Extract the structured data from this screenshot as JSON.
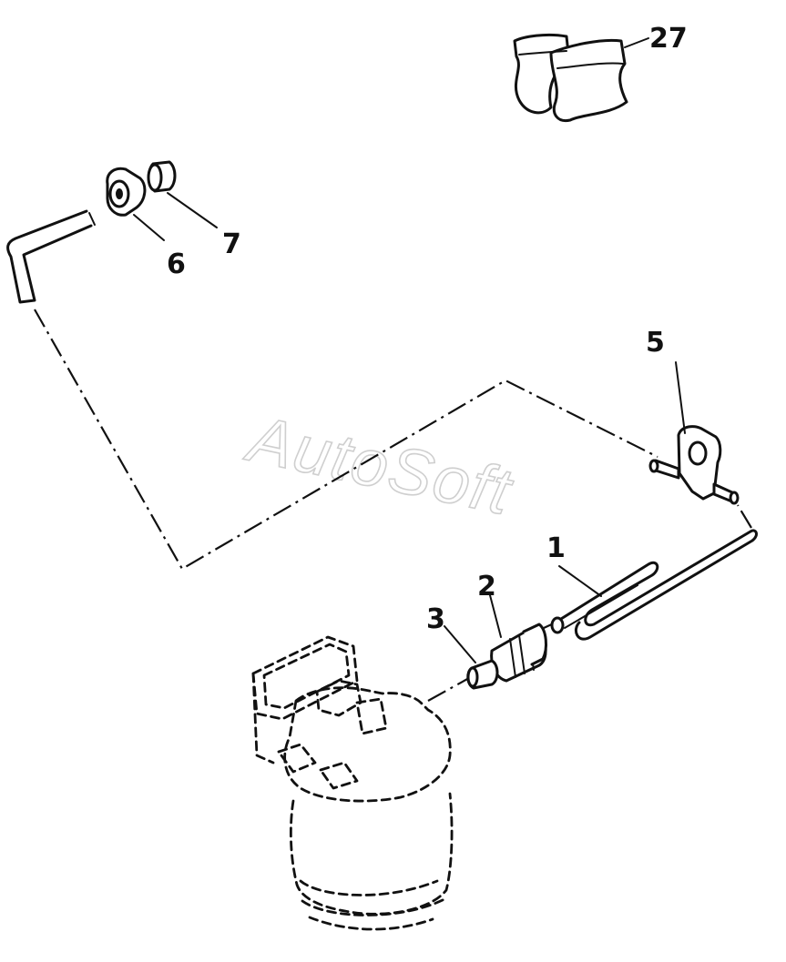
{
  "diagram": {
    "watermark": "AutoSoft",
    "callouts": {
      "c1": "1",
      "c2": "2",
      "c3": "3",
      "c5": "5",
      "c6": "6",
      "c7": "7",
      "c27": "27"
    }
  },
  "colors": {
    "line": "#111111",
    "background": "#ffffff",
    "watermark": "#cfcfcf"
  }
}
